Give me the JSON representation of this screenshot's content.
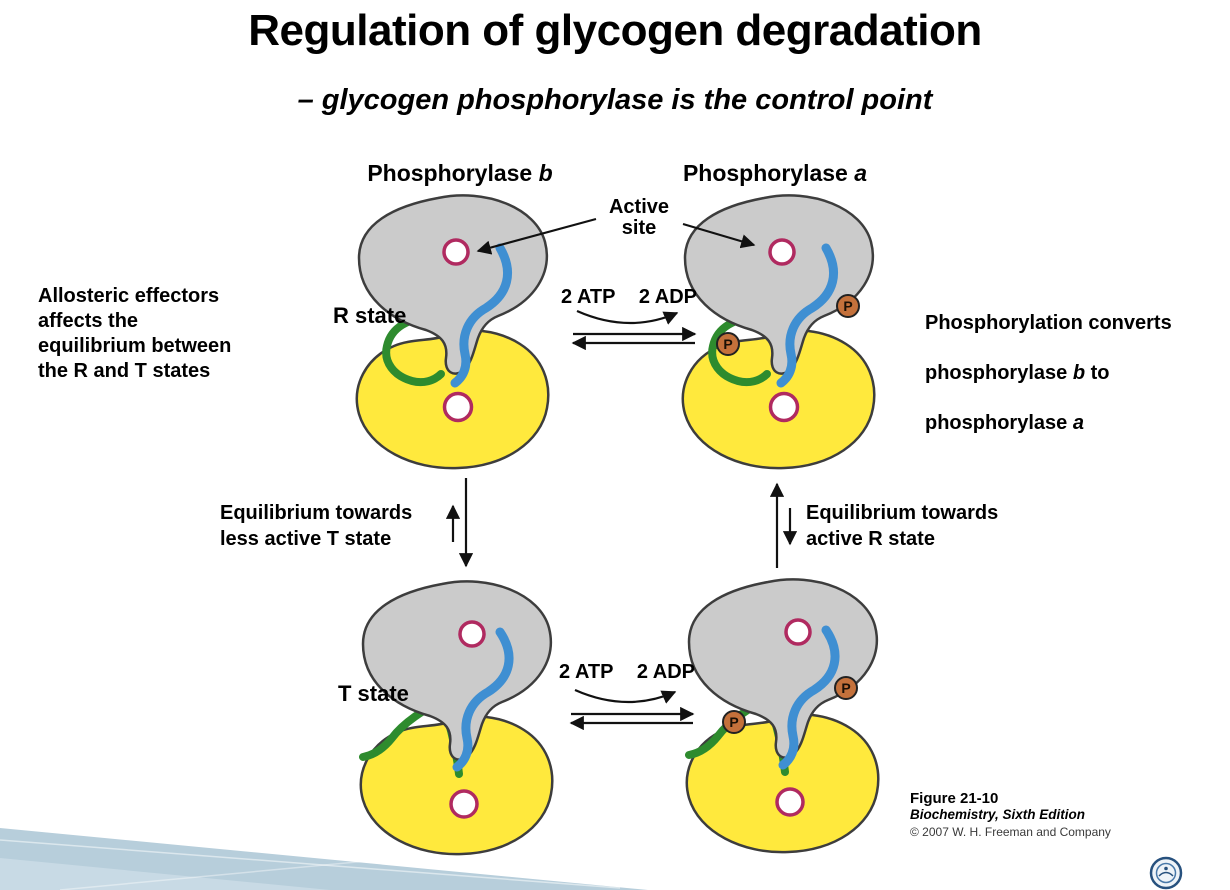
{
  "slide": {
    "title": "Regulation of glycogen degradation",
    "subtitle": "– glycogen phosphorylase is the control point"
  },
  "labels": {
    "phosphorylase_word": "Phosphorylase",
    "b_variant": "b",
    "a_variant": "a",
    "active_site_line1": "Active",
    "active_site_line2": "site",
    "r_state": "R state",
    "t_state": "T state",
    "atp": "2 ATP",
    "adp": "2 ADP",
    "phosphate": "P"
  },
  "notes": {
    "allosteric": "Allosteric effectors\naffects the\nequilibrium between\nthe R and T states",
    "phosphorylation_line1": "Phosphorylation converts",
    "phosphorylation_line2_pre": "phosphorylase ",
    "phosphorylation_line2_var": "b",
    "phosphorylation_line2_post": " to",
    "phosphorylation_line3_pre": "phosphorylase ",
    "phosphorylation_line3_var": "a",
    "equilibrium_left": "Equilibrium towards\nless active T state",
    "equilibrium_right": "Equilibrium towards\nactive R state"
  },
  "caption": {
    "figure": "Figure 21-10",
    "book": "Biochemistry, Sixth Edition",
    "copyright": "© 2007 W. H. Freeman and Company"
  },
  "colors": {
    "gray_lobe": "#cbcbcb",
    "yellow_lobe": "#ffe93d",
    "blue_ribbon": "#3f8fd2",
    "green_ribbon": "#2e8b2e",
    "site_ring": "#b02a60",
    "phosphate_fill": "#c4713b",
    "footer_wedge": "#b7cedb"
  }
}
